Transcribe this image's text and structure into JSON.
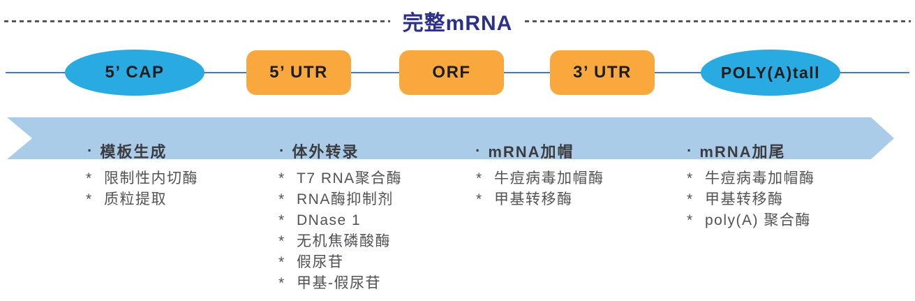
{
  "title": "完整mRNA",
  "markers": {
    "header": "·",
    "item": "*"
  },
  "colors": {
    "title_navy": "#2b3189",
    "ellipse_blue": "#29abe2",
    "rect_orange": "#f9a83e",
    "banner_blue": "#abcce9",
    "track_line_blue": "#3f7fc1",
    "dash_gray": "#55565a",
    "text_dark": "#515254"
  },
  "track": {
    "segments": [
      {
        "label": "5’ CAP",
        "shape": "ellipse"
      },
      {
        "label": "5’ UTR",
        "shape": "rect"
      },
      {
        "label": "ORF",
        "shape": "rect"
      },
      {
        "label": "3’ UTR",
        "shape": "rect"
      },
      {
        "label": "POLY(A)tall",
        "shape": "ellipse"
      }
    ]
  },
  "process_steps": [
    {
      "header": "模板生成",
      "items": [
        "限制性内切酶",
        "质粒提取"
      ]
    },
    {
      "header": "体外转录",
      "items": [
        "T7 RNA聚合酶",
        "RNA酶抑制剂",
        "DNase 1",
        "无机焦磷酸酶",
        "假尿苷",
        "甲基-假尿苷"
      ]
    },
    {
      "header": "mRNA加帽",
      "items": [
        "牛痘病毒加帽酶",
        "甲基转移酶"
      ]
    },
    {
      "header": "mRNA加尾",
      "items": [
        "牛痘病毒加帽酶",
        "甲基转移酶",
        "poly(A) 聚合酶"
      ]
    }
  ]
}
